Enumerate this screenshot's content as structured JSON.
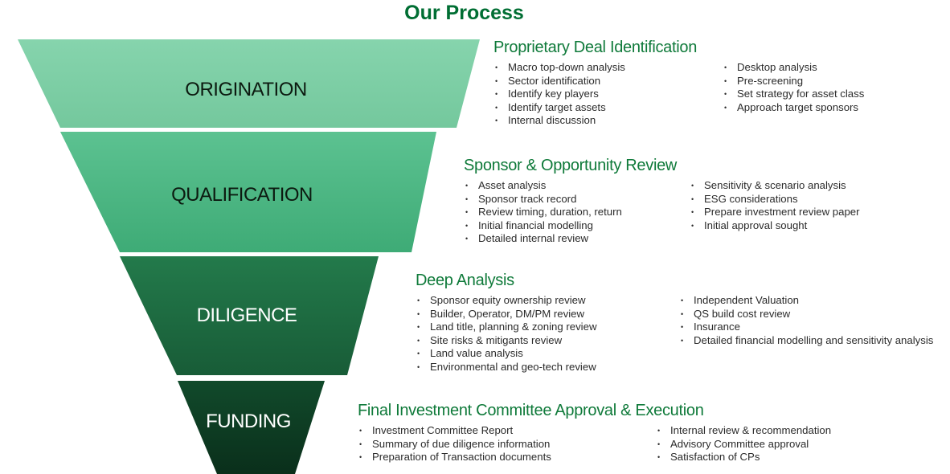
{
  "title": "Our Process",
  "colors": {
    "title": "#006e33",
    "heading": "#0f7a3a",
    "stage_fills": [
      "#7fcfa6",
      "#4dba84",
      "#1f6b42",
      "#0d3a22"
    ]
  },
  "stages": [
    {
      "label": "ORIGINATION",
      "heading": "Proprietary Deal Identification",
      "left_items": [
        "Macro top-down analysis",
        "Sector identification",
        "Identify key players",
        "Identify target assets",
        "Internal discussion"
      ],
      "right_items": [
        "Desktop analysis",
        "Pre-screening",
        "Set strategy for asset class",
        "Approach target sponsors"
      ]
    },
    {
      "label": "QUALIFICATION",
      "heading": "Sponsor & Opportunity Review",
      "left_items": [
        "Asset analysis",
        "Sponsor track record",
        "Review timing, duration, return",
        "Initial financial modelling",
        "Detailed internal review"
      ],
      "right_items": [
        "Sensitivity & scenario analysis",
        "ESG considerations",
        "Prepare investment review paper",
        "Initial approval sought"
      ]
    },
    {
      "label": "DILIGENCE",
      "heading": "Deep Analysis",
      "left_items": [
        "Sponsor equity ownership review",
        "Builder, Operator, DM/PM review",
        "Land title, planning & zoning review",
        "Site risks & mitigants review",
        "Land value analysis",
        "Environmental and geo-tech review"
      ],
      "right_items": [
        "Independent Valuation",
        "QS build cost review",
        "Insurance",
        "Detailed financial modelling and sensitivity analysis"
      ]
    },
    {
      "label": "FUNDING",
      "heading": "Final Investment Committee Approval & Execution",
      "left_items": [
        "Investment Committee Report",
        "Summary of due diligence information",
        "Preparation of Transaction documents"
      ],
      "right_items": [
        "Internal review & recommendation",
        "Advisory Committee approval",
        "Satisfaction of CPs"
      ]
    }
  ]
}
